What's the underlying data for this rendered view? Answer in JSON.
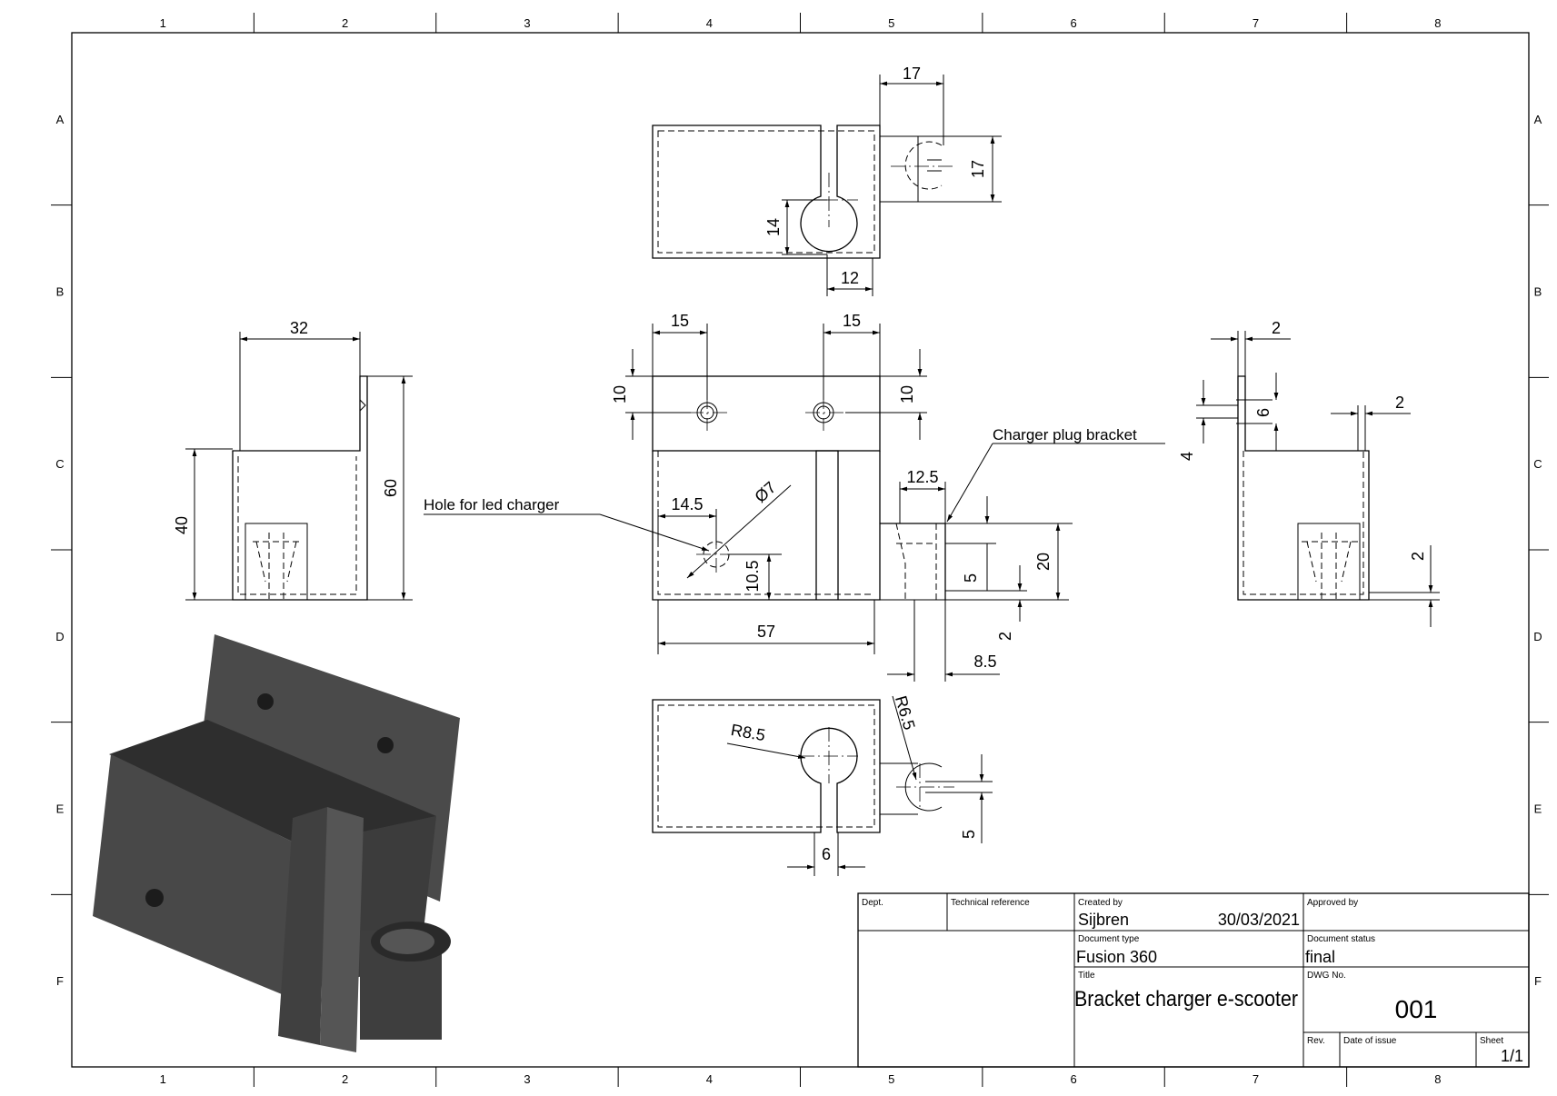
{
  "frame": {
    "columns": [
      "1",
      "2",
      "3",
      "4",
      "5",
      "6",
      "7",
      "8"
    ],
    "rows": [
      "A",
      "B",
      "C",
      "D",
      "E",
      "F"
    ]
  },
  "dimensions": {
    "top_17_horizontal": "17",
    "top_17_vertical": "17",
    "top_14": "14",
    "top_12": "12",
    "side_32": "32",
    "side_40": "40",
    "side_60": "60",
    "front_15_left": "15",
    "front_15_right": "15",
    "front_10_left": "10",
    "front_10_right": "10",
    "front_14_5": "14.5",
    "front_phi7": "Ø7",
    "front_10_5": "10.5",
    "front_57": "57",
    "plug_12_5": "12.5",
    "plug_5": "5",
    "plug_20": "20",
    "plug_2": "2",
    "plug_8_5": "8.5",
    "right_2_top": "2",
    "right_6": "6",
    "right_2_mid": "2",
    "right_4": "4",
    "right_2_bottom": "2",
    "bottom_r8_5": "R8.5",
    "bottom_r6_5": "R6.5",
    "bottom_5": "5",
    "bottom_6": "6"
  },
  "notes": {
    "hole_note": "Hole for led charger",
    "plug_note": "Charger plug bracket"
  },
  "title_block": {
    "dept_label": "Dept.",
    "tech_ref_label": "Technical reference",
    "created_by_label": "Created by",
    "created_by": "Sijbren",
    "created_date": "30/03/2021",
    "approved_by_label": "Approved by",
    "doc_type_label": "Document type",
    "doc_type": "Fusion 360",
    "doc_status_label": "Document status",
    "doc_status": "final",
    "title_label": "Title",
    "title": "Bracket charger e-scooter",
    "dwg_no_label": "DWG No.",
    "dwg_no": "001",
    "rev_label": "Rev.",
    "date_of_issue_label": "Date of issue",
    "sheet_label": "Sheet",
    "sheet": "1/1"
  },
  "colors": {
    "line": "#000000",
    "model_dark": "#3a3a3a",
    "model_mid": "#4a4a4a",
    "model_light": "#5a5a5a"
  }
}
